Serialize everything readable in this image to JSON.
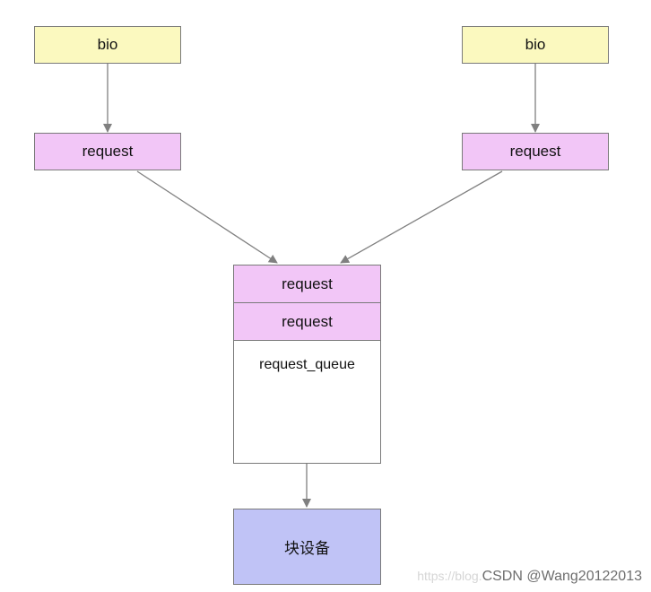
{
  "left_branch": {
    "bio_label": "bio",
    "request_label": "request"
  },
  "right_branch": {
    "bio_label": "bio",
    "request_label": "request"
  },
  "queue": {
    "items": [
      "request",
      "request"
    ],
    "label": "request_queue"
  },
  "device": {
    "label": "块设备"
  },
  "watermark": {
    "faint": "https://blog.",
    "strong": "CSDN @Wang20122013"
  },
  "colors": {
    "bio_fill": "#fbf9bf",
    "request_fill": "#f2c6f7",
    "device_fill": "#c0c3f6",
    "border": "#7a7a7a",
    "arrow": "#808080"
  }
}
